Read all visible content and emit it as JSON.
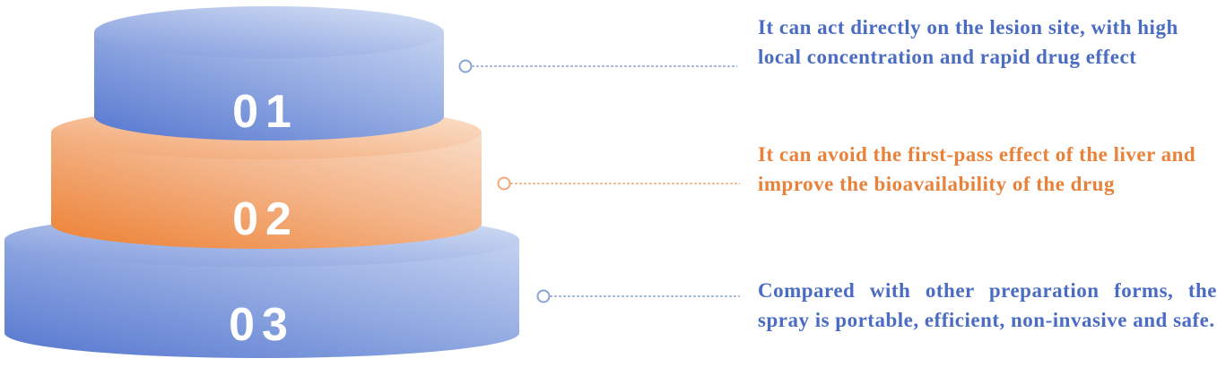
{
  "colors": {
    "blue": "#4a6cc2",
    "orange": "#e8823a",
    "connector_blue": "#8aa3d6",
    "connector_orange": "#f0a878"
  },
  "tiers": [
    {
      "number": "01",
      "color": "blue",
      "text": "It can act directly on the lesion site, with high local concentration and rapid drug effect"
    },
    {
      "number": "02",
      "color": "orange",
      "text": "It can avoid the first-pass effect of the liver and improve the bioavailability of the drug"
    },
    {
      "number": "03",
      "color": "blue",
      "text": "Compared with other preparation forms, the spray is portable, efficient, non-invasive and safe."
    }
  ]
}
